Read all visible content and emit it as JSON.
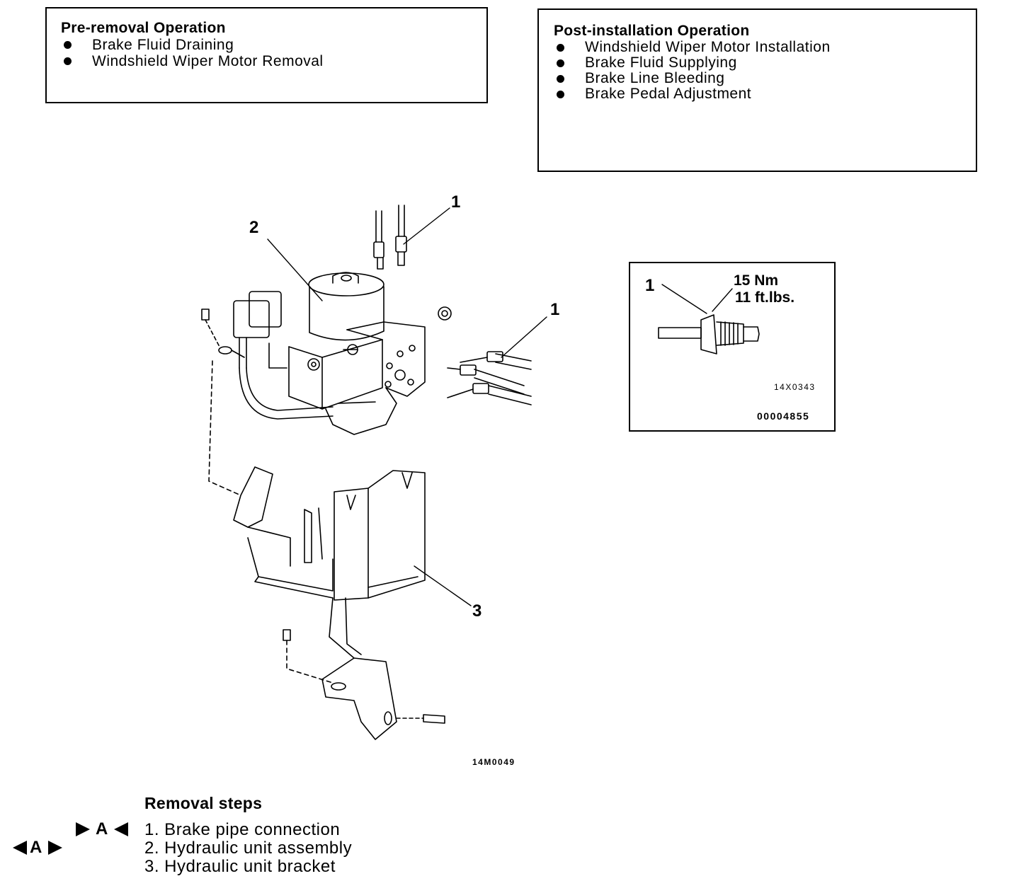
{
  "pre_removal": {
    "title": "Pre-removal Operation",
    "items": [
      "Brake Fluid Draining",
      "Windshield Wiper Motor Removal"
    ]
  },
  "post_installation": {
    "title": "Post-installation Operation",
    "items": [
      "Windshield Wiper Motor Installation",
      "Brake Fluid Supplying",
      "Brake Line Bleeding",
      "Brake Pedal Adjustment"
    ]
  },
  "main_figure": {
    "callouts": [
      "1",
      "2",
      "1",
      "3"
    ],
    "figure_code": "14M0049"
  },
  "detail": {
    "callout": "1",
    "torque_nm": "15 Nm",
    "torque_ftlbs": "11 ft.lbs.",
    "code_1": "14X0343",
    "code_2": "00004855"
  },
  "removal": {
    "title": "Removal steps",
    "symbol_a": "A",
    "symbol_b": "A",
    "steps": [
      "1. Brake pipe connection",
      "2. Hydraulic unit assembly",
      "3. Hydraulic unit bracket"
    ]
  }
}
